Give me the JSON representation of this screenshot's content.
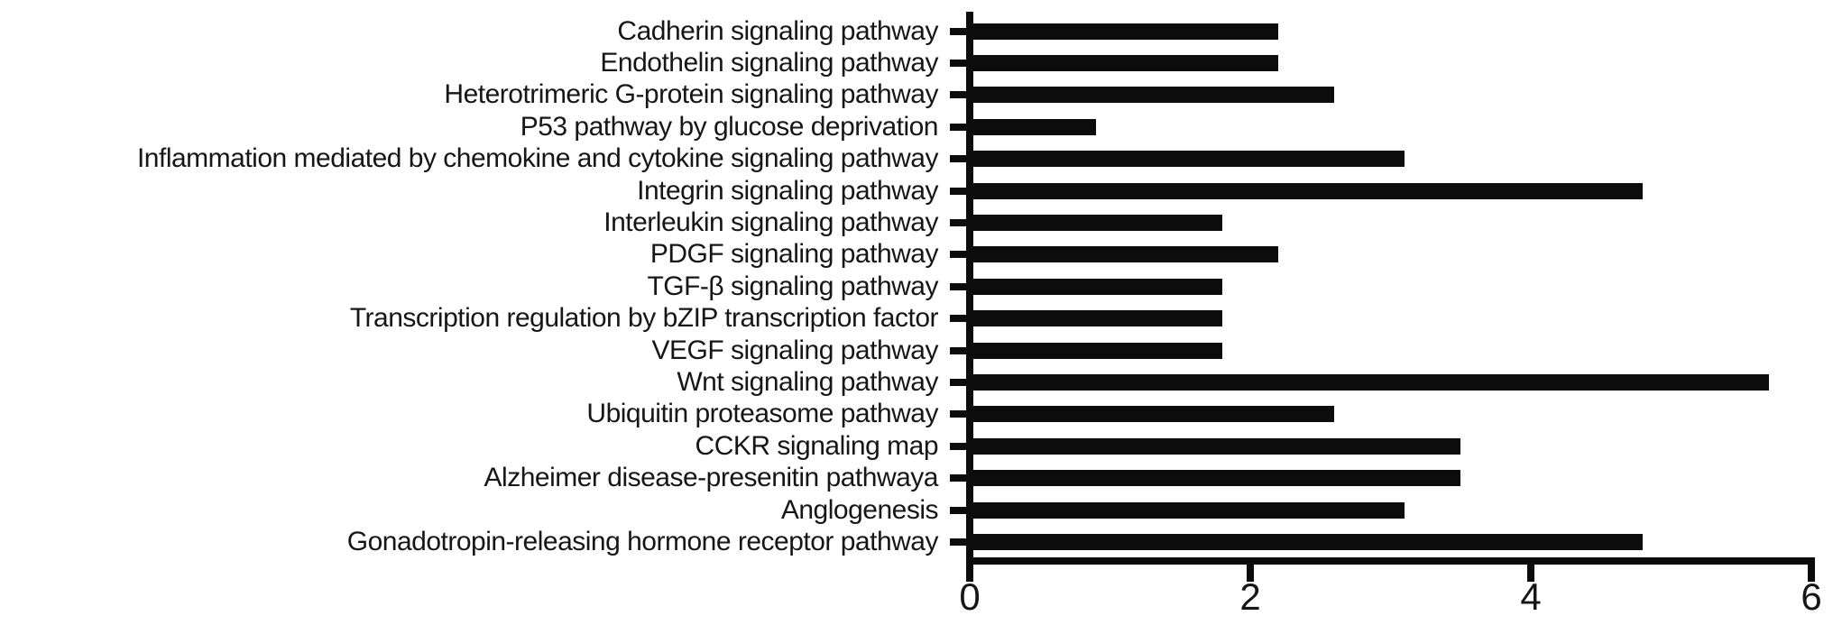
{
  "chart_data": {
    "type": "bar",
    "orientation": "horizontal",
    "title": "",
    "xlabel": "",
    "ylabel": "",
    "categories": [
      "Cadherin signaling pathway",
      "Endothelin signaling pathway",
      "Heterotrimeric G-protein signaling pathway",
      "P53 pathway by glucose deprivation",
      "Inflammation mediated by chemokine and cytokine signaling pathway",
      "Integrin signaling pathway",
      "Interleukin signaling pathway",
      "PDGF signaling pathway",
      "TGF-β signaling pathway",
      "Transcription regulation by bZIP transcription factor",
      "VEGF signaling pathway",
      "Wnt signaling pathway",
      "Ubiquitin proteasome pathway",
      "CCKR signaling map",
      "Alzheimer disease-presenitin pathwaya",
      "Anglogenesis",
      "Gonadotropin-releasing hormone receptor pathway"
    ],
    "values": [
      2.2,
      2.2,
      2.6,
      0.9,
      3.1,
      4.8,
      1.8,
      2.2,
      1.8,
      1.8,
      1.8,
      5.7,
      2.6,
      3.5,
      3.5,
      3.1,
      4.8
    ],
    "xlim": [
      0,
      6
    ],
    "xticks": [
      "0",
      "2",
      "4",
      "6"
    ],
    "xtick_values": [
      0,
      2,
      4,
      6
    ],
    "grid": false,
    "legend": "none",
    "colors": {
      "bar": "#0c0c0c",
      "axis": "#0c0c0c",
      "text": "#161616",
      "background": "#ffffff"
    }
  }
}
